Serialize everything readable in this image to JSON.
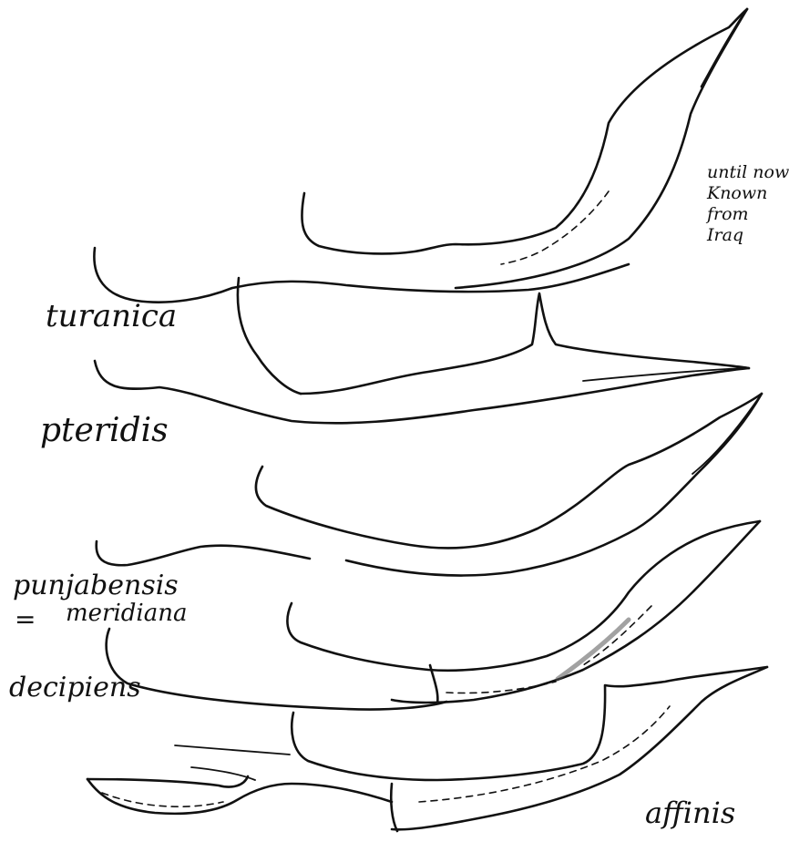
{
  "labels": {
    "turanica": "turanica",
    "pteridis": "pteridis",
    "punjabensis": "punjabensis",
    "equals_sign": "=",
    "meridiana": "meridiana",
    "decipiens": "decipiens",
    "affinis": "affinis"
  },
  "note": {
    "lines": [
      "until now",
      "Known",
      "from",
      "Iraq"
    ]
  },
  "colors": {
    "ink": "#111111",
    "paper": "#ffffff"
  }
}
